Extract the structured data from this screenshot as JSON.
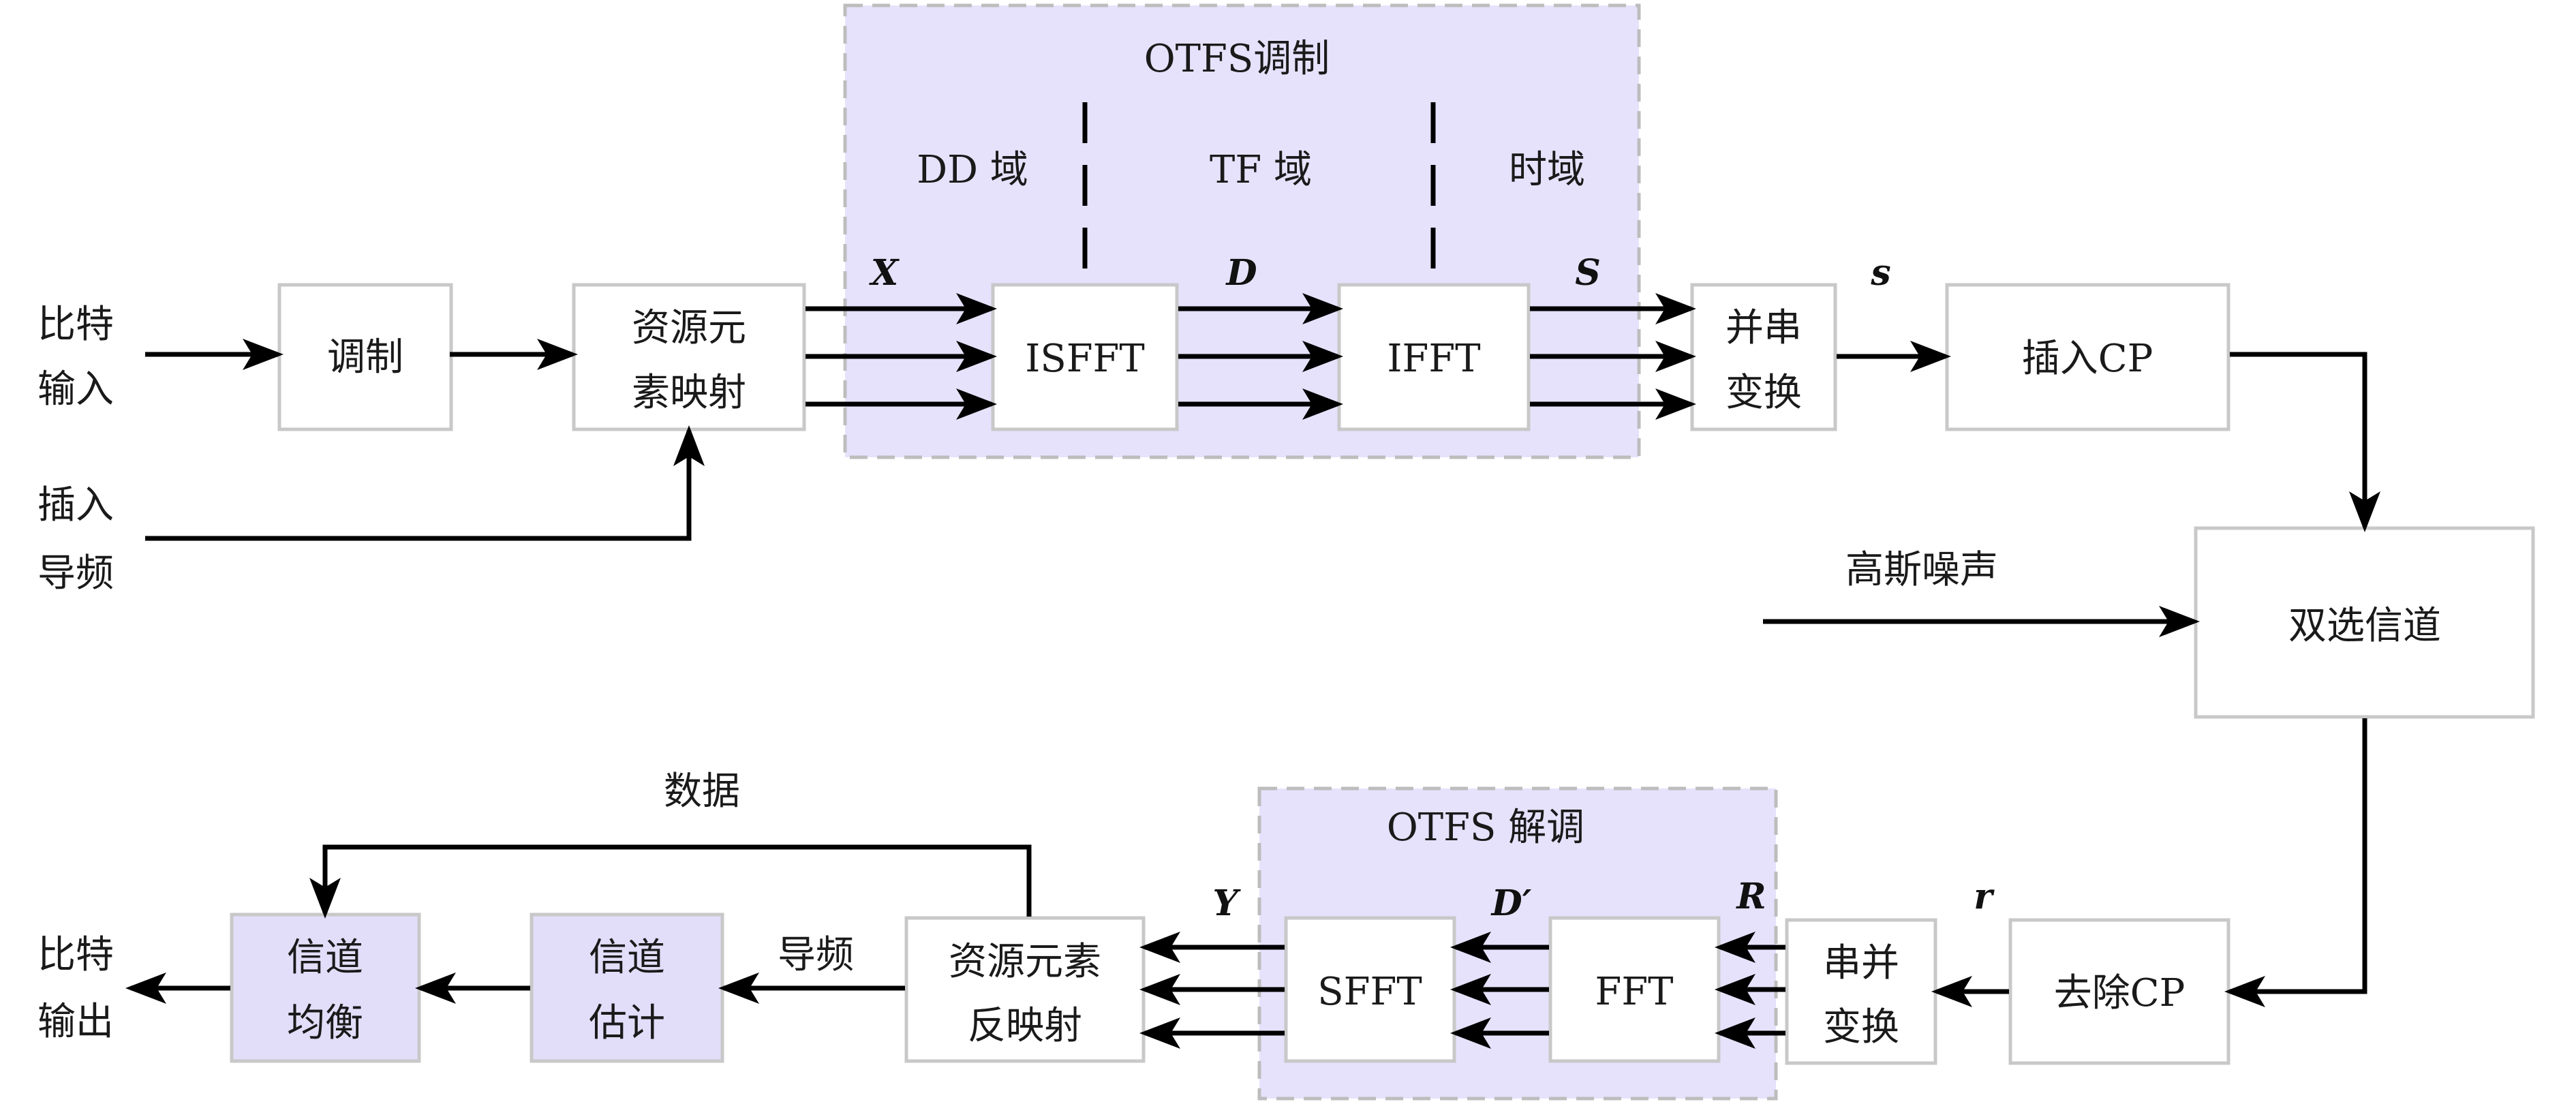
{
  "modulation_region": {
    "title": "OTFS调制",
    "domains": {
      "dd": "DD 域",
      "tf": "TF 域",
      "time": "时域"
    }
  },
  "demodulation_region": {
    "title": "OTFS 解调"
  },
  "nodes": {
    "tiaozhi": "调制",
    "resource_map": [
      "资源元",
      "素映射"
    ],
    "isfft": "ISFFT",
    "ifft": "IFFT",
    "p2s": [
      "并串",
      "变换"
    ],
    "insert_cp": "插入CP",
    "doubly_channel": "双选信道",
    "remove_cp": "去除CP",
    "s2p": [
      "串并",
      "变换"
    ],
    "fft": "FFT",
    "sfft": "SFFT",
    "resource_demap": [
      "资源元素",
      "反映射"
    ],
    "chan_est": [
      "信道",
      "估计"
    ],
    "equalizer": [
      "信道",
      "均衡"
    ]
  },
  "io_labels": {
    "bit_in": [
      "比特",
      "输入"
    ],
    "pilot_in": [
      "插入",
      "导频"
    ],
    "noise": "高斯噪声",
    "bit_out": [
      "比特",
      "输出"
    ],
    "data": "数据",
    "pilot": "导频"
  },
  "signals": {
    "X": "X",
    "D": "D",
    "S": "S",
    "s": "s",
    "Y": "Y",
    "D_prime": "D′",
    "R": "R",
    "r": "r"
  }
}
